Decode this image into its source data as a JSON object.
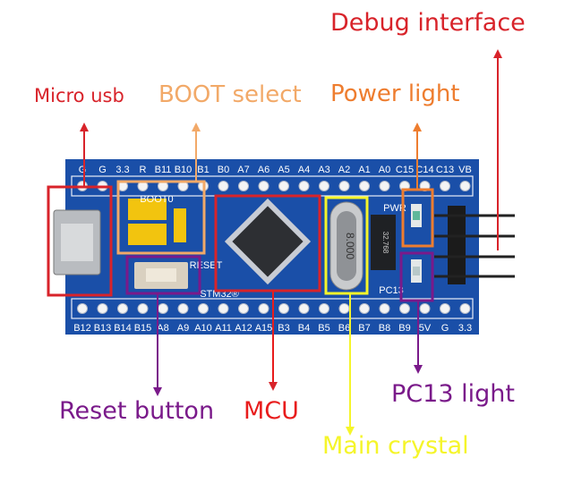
{
  "board": {
    "top_pins": [
      "G",
      "G",
      "3.3",
      "R",
      "B11",
      "B10",
      "B1",
      "B0",
      "A7",
      "A6",
      "A5",
      "A4",
      "A3",
      "A2",
      "A1",
      "A0",
      "C15",
      "C14",
      "C13",
      "VB"
    ],
    "bottom_pins": [
      "B12",
      "B13",
      "B14",
      "B15",
      "A8",
      "A9",
      "A10",
      "A11",
      "A12",
      "A15",
      "B3",
      "B4",
      "B5",
      "B6",
      "B7",
      "B8",
      "B9",
      "5V",
      "G",
      "3.3"
    ],
    "silkscreen": {
      "boot": "BOOT0",
      "reset": "RESET",
      "brand": "STM32®",
      "pwr": "PWR",
      "pc13": "PC13",
      "crystal": "8.000",
      "rtc_crystal": "32.768"
    },
    "pcb_color": "#1a4fa8"
  },
  "annotations": {
    "debug_interface": {
      "text": "Debug interface",
      "color": "#d8232a"
    },
    "micro_usb": {
      "text": "Micro usb",
      "color": "#d8232a"
    },
    "boot_select": {
      "text": "BOOT select",
      "color": "#f2a968"
    },
    "power_light": {
      "text": "Power light",
      "color": "#ee7d2f"
    },
    "reset_button": {
      "text": "Reset button",
      "color": "#7a1a8a"
    },
    "mcu": {
      "text": "MCU",
      "color": "#e81c1c"
    },
    "pc13_light": {
      "text": "PC13 light",
      "color": "#7a1a8a"
    },
    "main_crystal": {
      "text": "Main crystal",
      "color": "#f5f52a"
    }
  }
}
